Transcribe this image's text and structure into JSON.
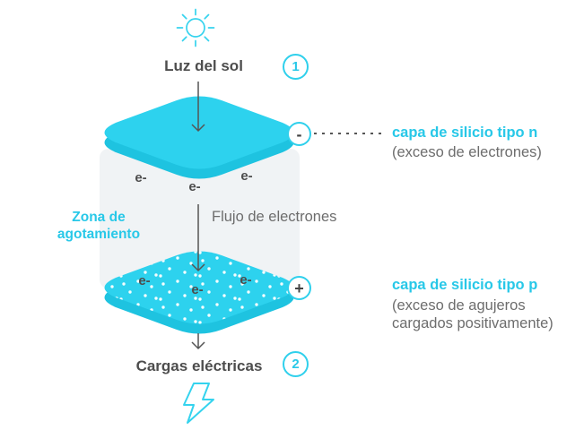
{
  "diagram": {
    "sun_label": "Luz del sol",
    "steps": [
      "1",
      "2"
    ],
    "n_layer": {
      "charge_symbol": "-",
      "label": "capa de silicio tipo n",
      "sublabel": "(exceso de electrones)"
    },
    "p_layer": {
      "charge_symbol": "+",
      "label": "capa de silicio tipo p",
      "sublabel": "(exceso de agujeros cargados positivamente)"
    },
    "depletion_zone_label": "Zona de agotamiento",
    "electron_flow_label": "Flujo de electrones",
    "electron_symbol": "e-",
    "output_label": "Cargas eléctricas",
    "icons": {
      "sun": "☀",
      "lightning": "⚡",
      "arrow_down": "↓"
    },
    "colors": {
      "layer_cyan": "#2dd2ee",
      "layer_cyan_depth": "#1ec3e0",
      "cyan_text": "#28c8e8",
      "dark_text": "#4d4d4d",
      "gray_text": "#6d6d6d",
      "depletion_bg": "#f0f3f5",
      "arrow": "#555555"
    }
  }
}
